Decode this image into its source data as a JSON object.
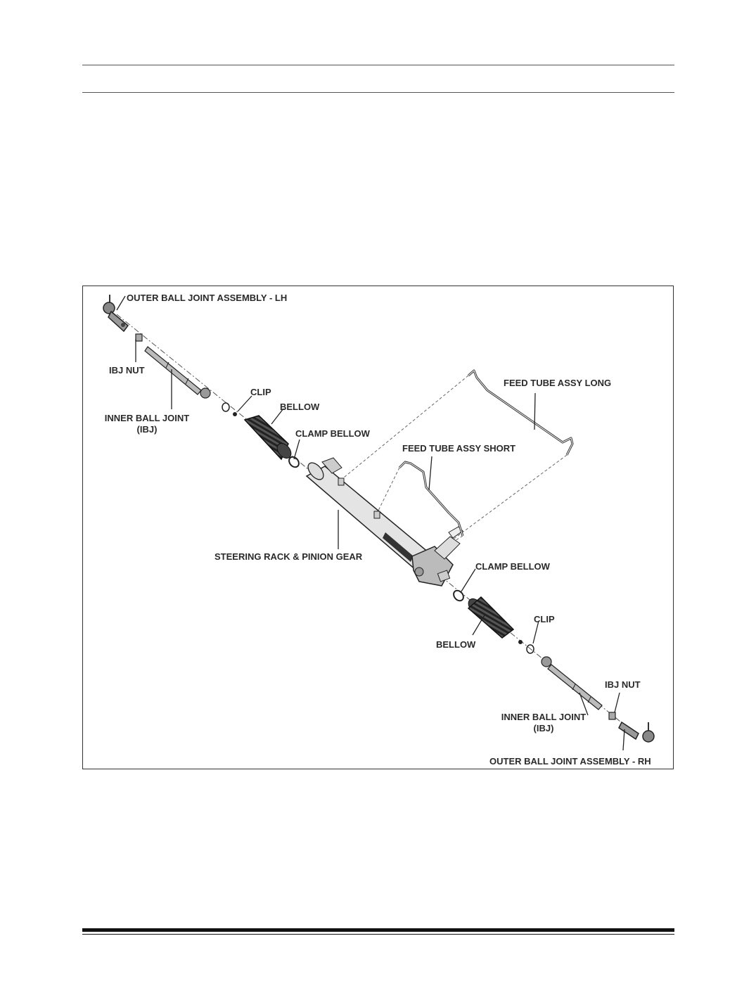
{
  "diagram": {
    "labels": {
      "outer_lh": "OUTER BALL JOINT ASSEMBLY - LH",
      "ibj_nut_lh": "IBJ NUT",
      "inner_lh_line1": "INNER BALL JOINT",
      "inner_lh_line2": "(IBJ)",
      "clip_lh": "CLIP",
      "bellow_lh": "BELLOW",
      "clamp_lh": "CLAMP BELLOW",
      "feed_long": "FEED TUBE ASSY LONG",
      "feed_short": "FEED TUBE ASSY SHORT",
      "rack": "STEERING RACK & PINION GEAR",
      "clamp_rh": "CLAMP BELLOW",
      "clip_rh": "CLIP",
      "bellow_rh": "BELLOW",
      "ibj_nut_rh": "IBJ NUT",
      "inner_rh_line1": "INNER BALL JOINT",
      "inner_rh_line2": "(IBJ)",
      "outer_rh": "OUTER BALL JOINT ASSEMBLY - RH"
    }
  }
}
